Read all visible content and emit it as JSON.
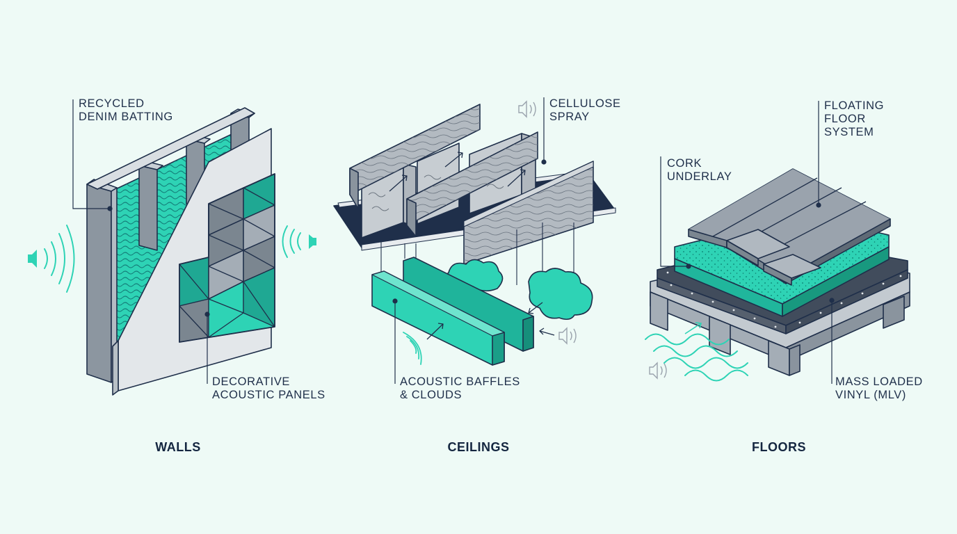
{
  "sections": {
    "walls": {
      "title": "WALLS",
      "labels": {
        "denim": [
          "RECYCLED",
          "DENIM BATTING"
        ],
        "panels": [
          "DECORATIVE",
          "ACOUSTIC PANELS"
        ]
      }
    },
    "ceilings": {
      "title": "CEILINGS",
      "labels": {
        "cellulose": [
          "CELLULOSE",
          "SPRAY"
        ],
        "baffles": [
          "ACOUSTIC BAFFLES",
          "& CLOUDS"
        ]
      }
    },
    "floors": {
      "title": "FLOORS",
      "labels": {
        "floating": [
          "FLOATING",
          "FLOOR",
          "SYSTEM"
        ],
        "cork": [
          "CORK",
          "UNDERLAY"
        ],
        "mlv": [
          "MASS LOADED",
          "VINYL (MLV)"
        ]
      }
    }
  },
  "colors": {
    "background": "#eefaf6",
    "teal": "#2ed3b5",
    "navy": "#1f2f4a",
    "gray": "#9aa3ad"
  },
  "icons": [
    "speaker-icon",
    "sound-wave-icon",
    "arrow-icon"
  ]
}
